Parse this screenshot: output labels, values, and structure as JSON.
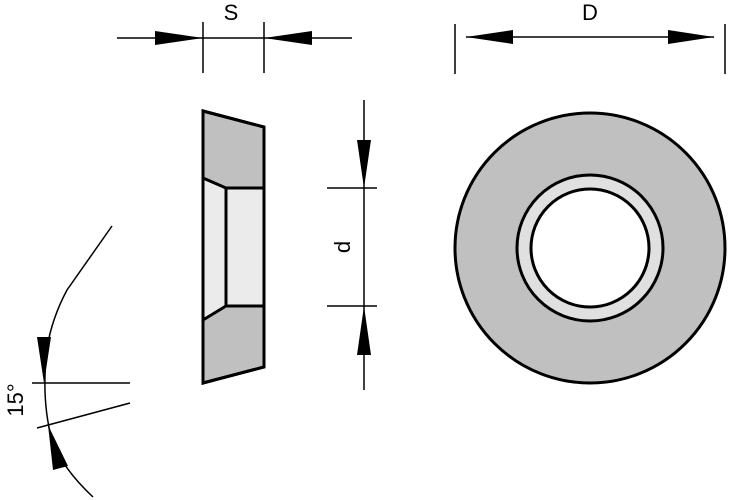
{
  "labels": {
    "thickness": "S",
    "outer_diameter": "D",
    "inner_diameter": "d",
    "angle": "15°"
  },
  "colors": {
    "body": "#c0c0c0",
    "bore": "#ebebeb",
    "line": "#000000"
  }
}
